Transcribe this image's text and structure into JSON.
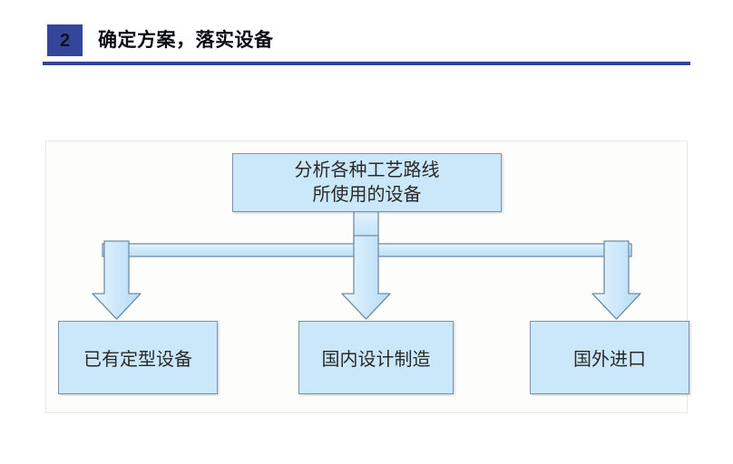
{
  "header": {
    "step_number": "2",
    "title": "确定方案，落实设备",
    "badge_color": "#33469b",
    "rule_color": "#33469b",
    "title_color": "#0c0d11"
  },
  "diagram": {
    "type": "flowchart",
    "orientation": "top-down",
    "frame_background": "#fdfdfc",
    "frame_border_color": "#e9e9e6",
    "node_fill": "#cbe8fa",
    "node_border": "#7d92a3",
    "connector_fill": "#cfe9fa",
    "connector_border": "#6f8ea8",
    "root": {
      "id": "analyze-equipment",
      "line1": "分析各种工艺路线",
      "line2": "所使用的设备"
    },
    "branches": [
      {
        "id": "existing-equipment",
        "label": "已有定型设备"
      },
      {
        "id": "domestic-manufacture",
        "label": "国内设计制造"
      },
      {
        "id": "foreign-import",
        "label": "国外进口"
      }
    ],
    "connector_count": 3,
    "connector_shape": "block-arrow-down"
  }
}
